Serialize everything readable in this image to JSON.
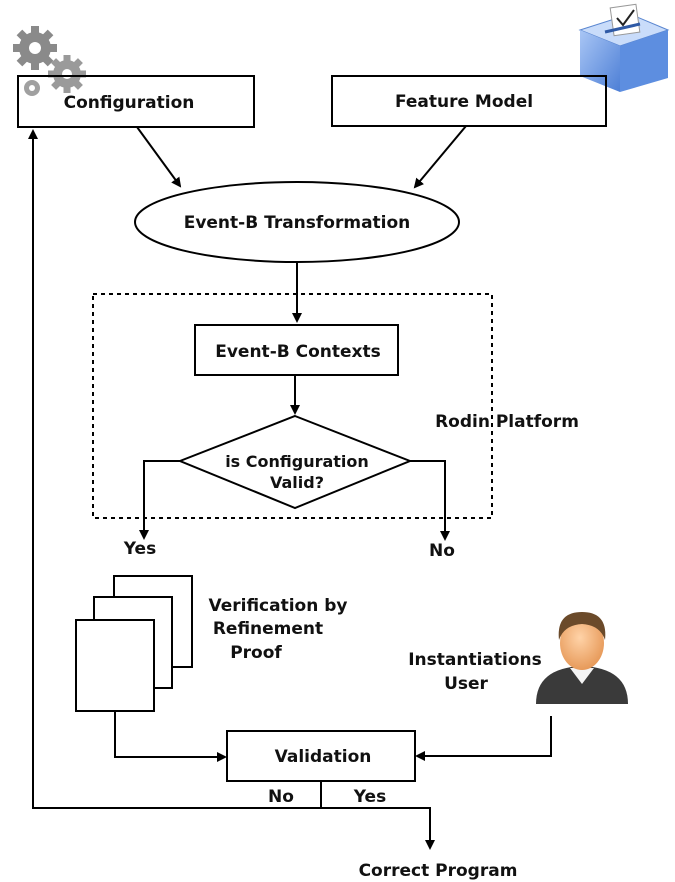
{
  "nodes": {
    "configuration": "Configuration",
    "feature_model": "Feature Model",
    "transformation": "Event-B Transformation",
    "contexts": "Event-B Contexts",
    "decision_line1": "is Configuration",
    "decision_line2": "Valid?",
    "rodin": "Rodin Platform",
    "yes_top": "Yes",
    "no_top": "No",
    "verification_line1": "Verification by",
    "verification_line2": "Refinement",
    "verification_line3": "Proof",
    "user_line1": "Instantiations",
    "user_line2": "User",
    "validation": "Validation",
    "no_bottom": "No",
    "yes_bottom": "Yes",
    "correct_program": "Correct Program"
  },
  "icons": [
    "gears-icon",
    "ballot-box-icon",
    "user-avatar-icon",
    "document-stack-icon"
  ],
  "colors": {
    "stroke": "#000000",
    "gear": "#8a8a8a",
    "ballot_box": "#7fa7e8",
    "skin": "#f1b27a",
    "hair": "#6b4a2a",
    "shirt": "#3a3a3a"
  }
}
